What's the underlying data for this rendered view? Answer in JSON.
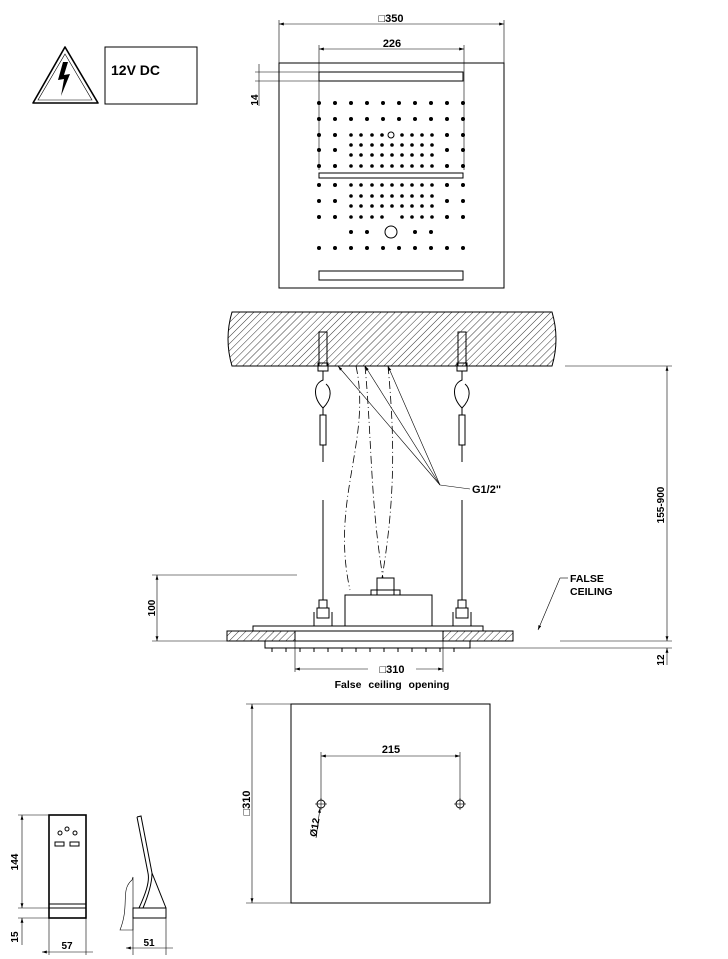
{
  "warning": {
    "icon": "high-voltage-warning-icon",
    "voltage_label": "12V DC"
  },
  "top_view": {
    "outer_dim": "□350",
    "slot_dim": "226",
    "slot_height_dim": "14"
  },
  "side_view": {
    "height_range_dim": "155-900",
    "connection_label": "G1/2\"",
    "false_ceiling_label_line1": "FALSE",
    "false_ceiling_label_line2": "CEILING",
    "body_height_dim": "100",
    "panel_thickness_dim": "12",
    "opening_dim": "□310",
    "opening_caption": "False ceiling opening"
  },
  "cutout_view": {
    "square_dim": "□310",
    "hole_spacing_dim": "215",
    "hole_diameter_dim": "Ø12"
  },
  "control_view": {
    "height_dim": "144",
    "base_dim": "15",
    "width_dim": "57",
    "depth_dim": "51"
  }
}
